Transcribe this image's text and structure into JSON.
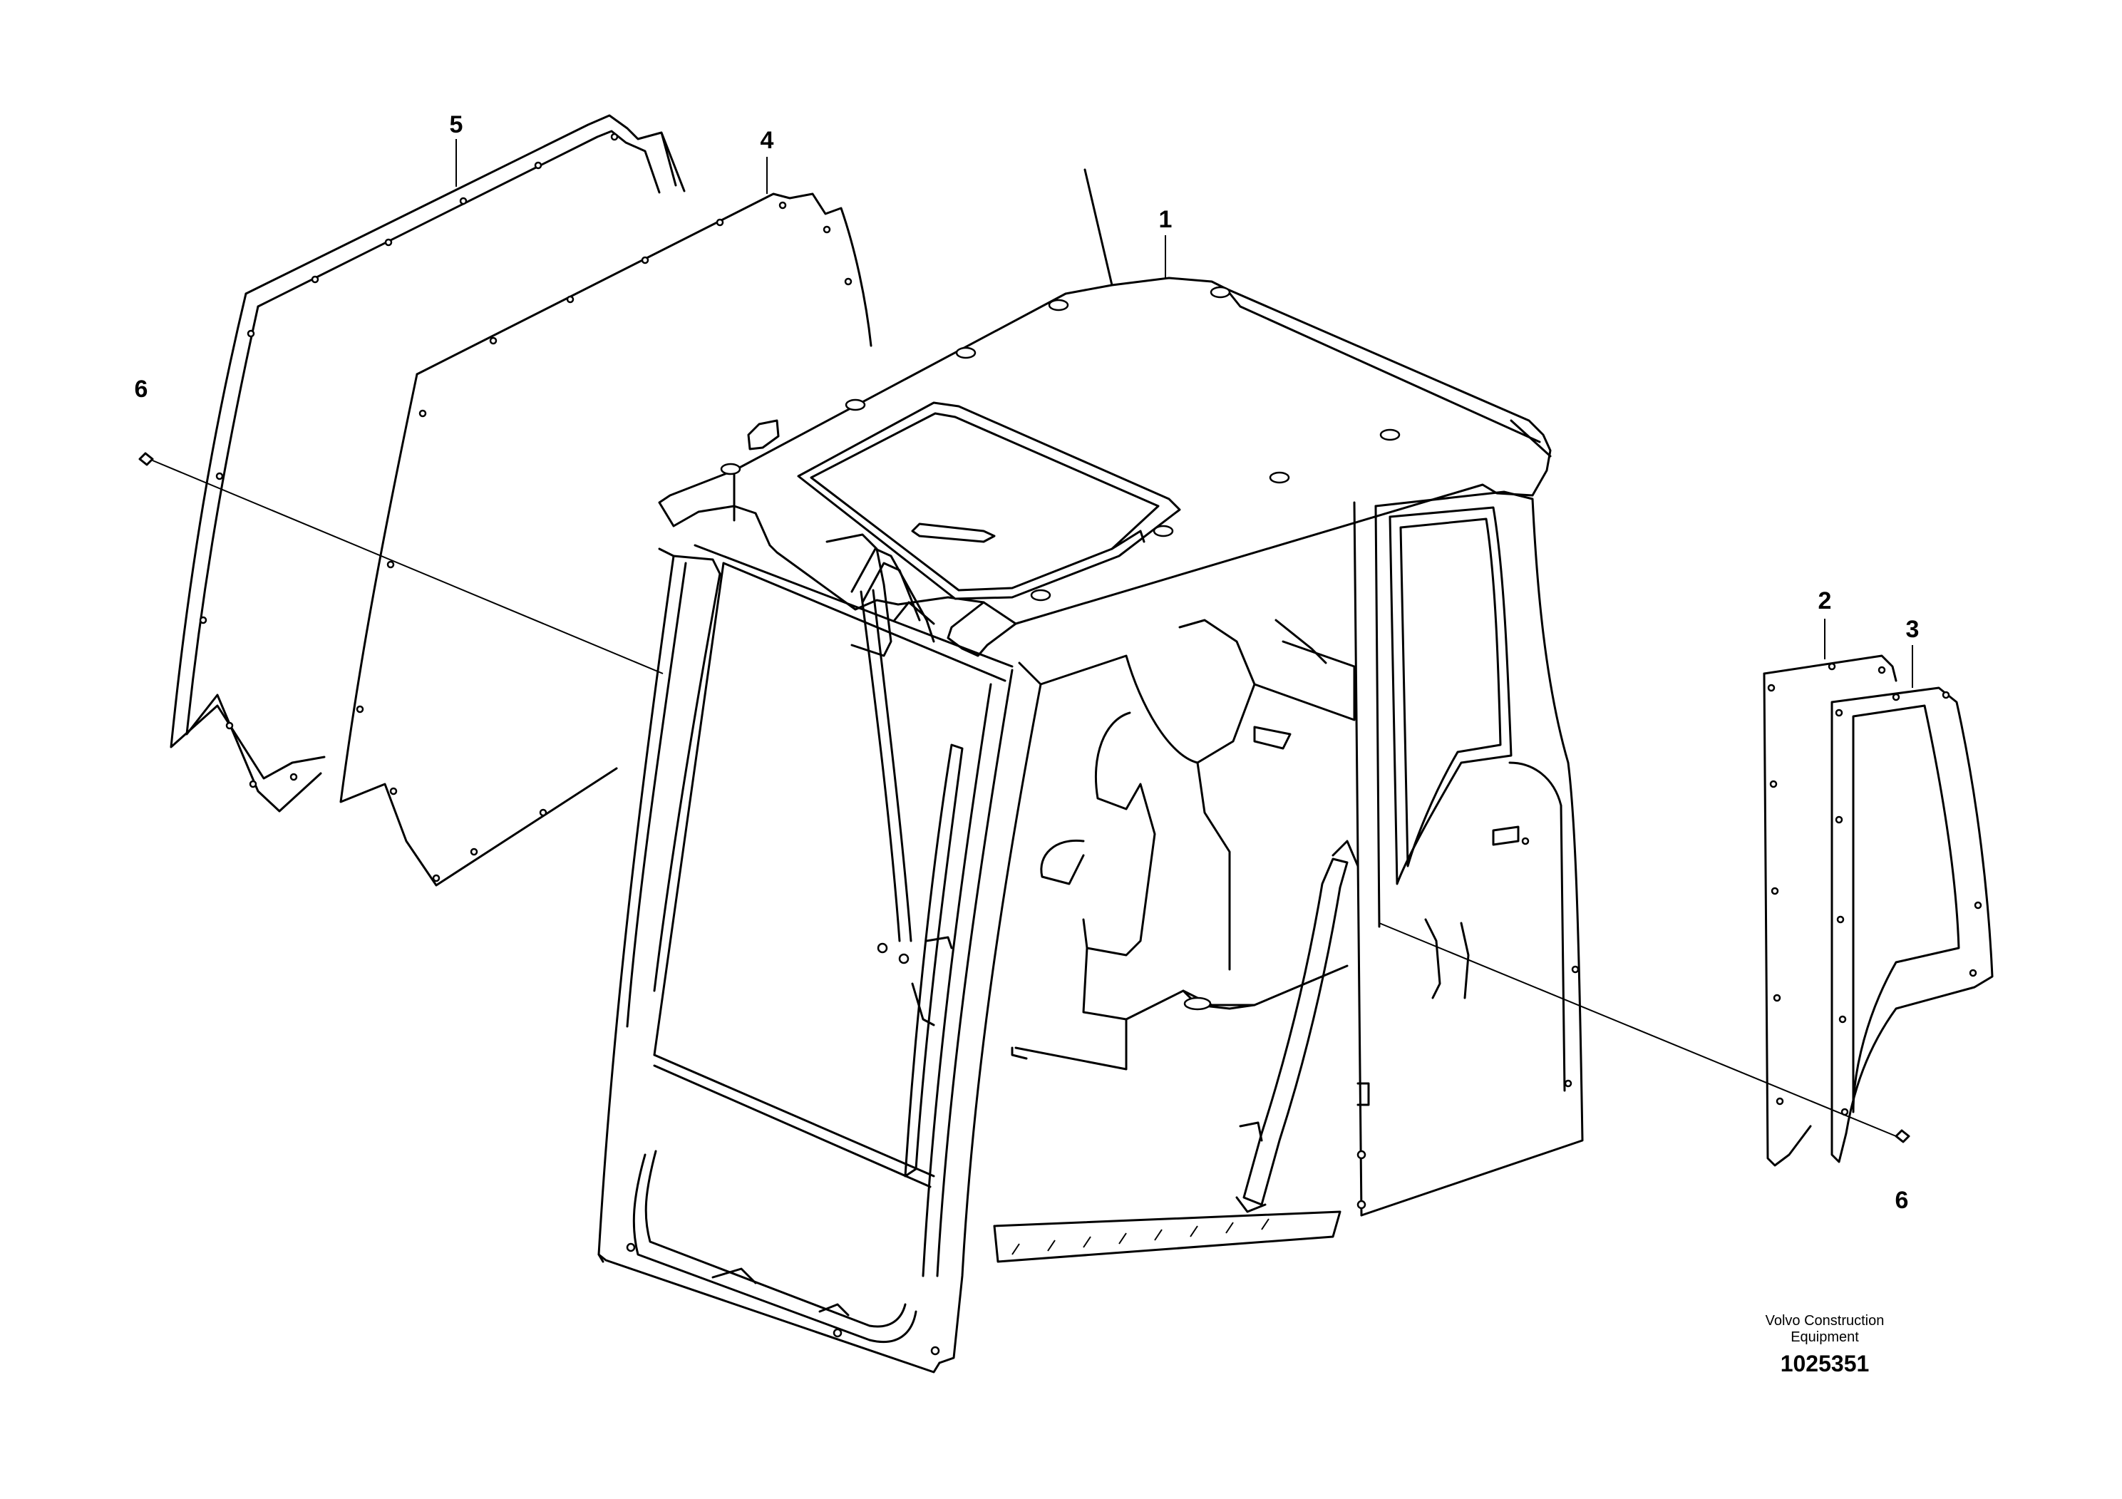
{
  "callouts": {
    "cab": "1",
    "door_glass_outer": "2",
    "door_glass_inner": "3",
    "windshield_glass": "4",
    "windshield_seal": "5",
    "screw_left": "6",
    "screw_right": "6"
  },
  "manufacturer": {
    "line1": "Volvo Construction",
    "line2": "Equipment"
  },
  "illustration_number": "1025351"
}
